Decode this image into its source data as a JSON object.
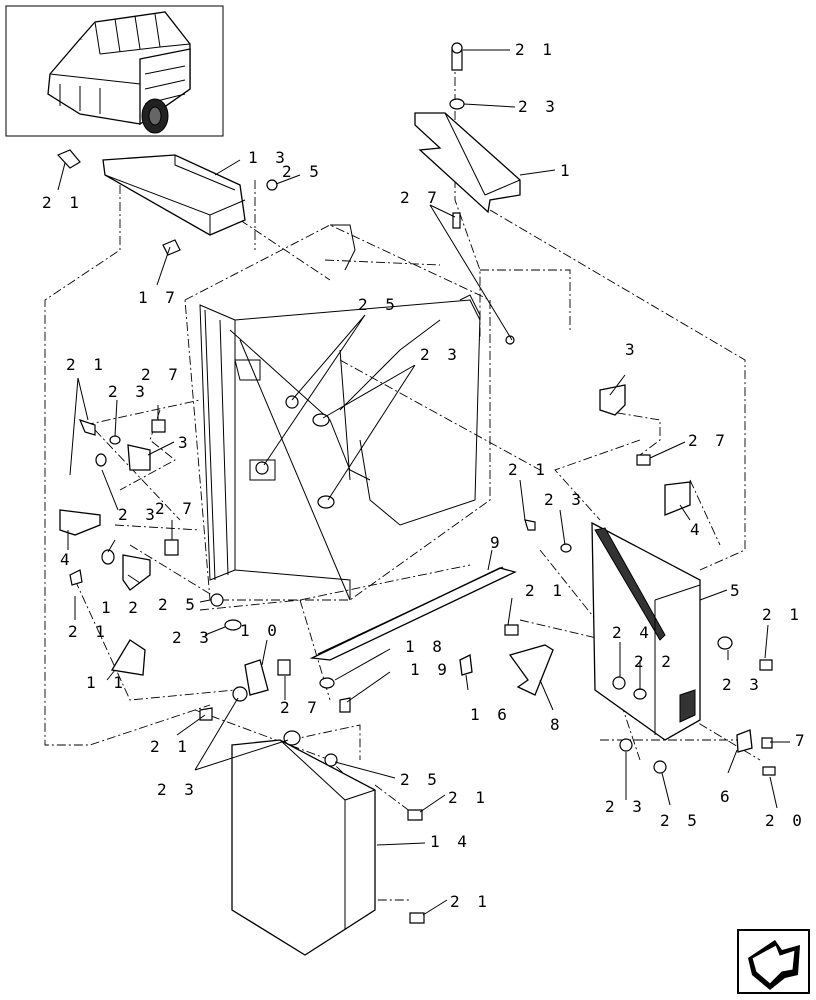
{
  "callouts": [
    {
      "id": "c21a",
      "text": "2 1"
    },
    {
      "id": "c23a",
      "text": "2 3"
    },
    {
      "id": "c1",
      "text": "1"
    },
    {
      "id": "c13",
      "text": "1 3"
    },
    {
      "id": "c25a",
      "text": "2 5"
    },
    {
      "id": "c21b",
      "text": "2 1"
    },
    {
      "id": "c27a",
      "text": "2 7"
    },
    {
      "id": "c17",
      "text": "1 7"
    },
    {
      "id": "c25b",
      "text": "2 5"
    },
    {
      "id": "c23b",
      "text": "2 3"
    },
    {
      "id": "c21c",
      "text": "2 1"
    },
    {
      "id": "c23c",
      "text": "2 3"
    },
    {
      "id": "c27b",
      "text": "2 7"
    },
    {
      "id": "c3a",
      "text": "3"
    },
    {
      "id": "c3b",
      "text": "3"
    },
    {
      "id": "c27c",
      "text": "2 7"
    },
    {
      "id": "c21d",
      "text": "2 1"
    },
    {
      "id": "c23d",
      "text": "2 3"
    },
    {
      "id": "c23e",
      "text": "2 3"
    },
    {
      "id": "c27d",
      "text": "2 7"
    },
    {
      "id": "c4a",
      "text": "4"
    },
    {
      "id": "c4b",
      "text": "4"
    },
    {
      "id": "c9",
      "text": "9"
    },
    {
      "id": "c5",
      "text": "5"
    },
    {
      "id": "c12",
      "text": "1 2"
    },
    {
      "id": "c21e",
      "text": "2 1"
    },
    {
      "id": "c25c",
      "text": "2 5"
    },
    {
      "id": "c21f",
      "text": "2 1"
    },
    {
      "id": "c21g",
      "text": "2 1"
    },
    {
      "id": "c23f",
      "text": "2 3"
    },
    {
      "id": "c10",
      "text": "1 0"
    },
    {
      "id": "c18",
      "text": "1 8"
    },
    {
      "id": "c24",
      "text": "2 4"
    },
    {
      "id": "c22",
      "text": "2 2"
    },
    {
      "id": "c11",
      "text": "1 1"
    },
    {
      "id": "c19",
      "text": "1 9"
    },
    {
      "id": "c23g",
      "text": "2 3"
    },
    {
      "id": "c16",
      "text": "1 6"
    },
    {
      "id": "c27e",
      "text": "2 7"
    },
    {
      "id": "c8",
      "text": "8"
    },
    {
      "id": "c21h",
      "text": "2 1"
    },
    {
      "id": "c7",
      "text": "7"
    },
    {
      "id": "c25d",
      "text": "2 5"
    },
    {
      "id": "c23h",
      "text": "2 3"
    },
    {
      "id": "c21i",
      "text": "2 1"
    },
    {
      "id": "c6",
      "text": "6"
    },
    {
      "id": "c14",
      "text": "1 4"
    },
    {
      "id": "c23i",
      "text": "2 3"
    },
    {
      "id": "c25e",
      "text": "2 5"
    },
    {
      "id": "c20",
      "text": "2 0"
    },
    {
      "id": "c21j",
      "text": "2 1"
    }
  ],
  "icons": {
    "thumbnail": "baler-machine-thumbnail",
    "navigation": "next-page-arrow-icon"
  }
}
